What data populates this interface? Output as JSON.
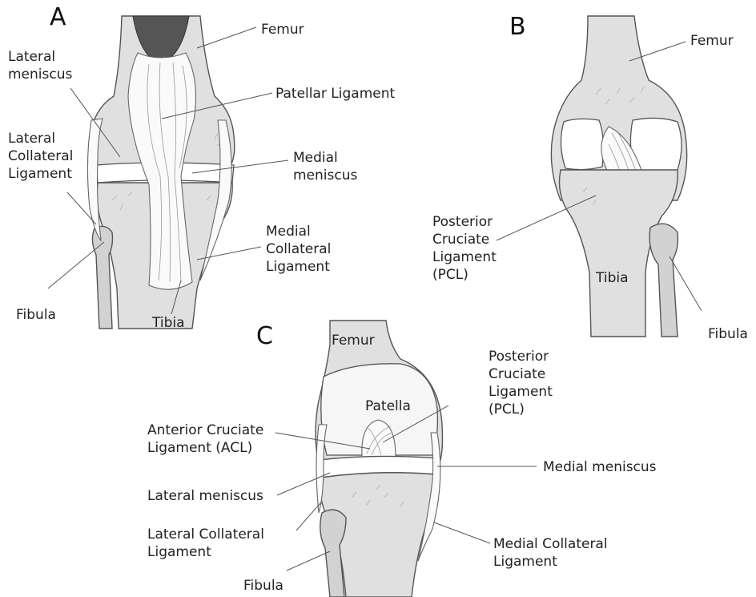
{
  "panels": {
    "a": {
      "letter": "A",
      "labels": {
        "femur": "Femur",
        "lateral_meniscus": "Lateral\nmeniscus",
        "patellar_ligament": "Patellar Ligament",
        "lateral_collateral": "Lateral\nCollateral\nLigament",
        "medial_meniscus": "Medial\nmeniscus",
        "medial_collateral": "Medial\nCollateral\nLigament",
        "fibula": "Fibula",
        "tibia": "Tibia"
      }
    },
    "b": {
      "letter": "B",
      "labels": {
        "femur": "Femur",
        "pcl": "Posterior\nCruciate\nLigament\n(PCL)",
        "tibia": "Tibia",
        "fibula": "Fibula"
      }
    },
    "c": {
      "letter": "C",
      "labels": {
        "femur": "Femur",
        "patella": "Patella",
        "pcl": "Posterior\nCruciate\nLigament\n(PCL)",
        "acl": "Anterior Cruciate\nLigament (ACL)",
        "medial_meniscus": "Medial meniscus",
        "lateral_meniscus": "Lateral meniscus",
        "lateral_collateral": "Lateral Collateral\nLigament",
        "medial_collateral": "Medial Collateral\nLigament",
        "fibula": "Fibula"
      }
    }
  }
}
